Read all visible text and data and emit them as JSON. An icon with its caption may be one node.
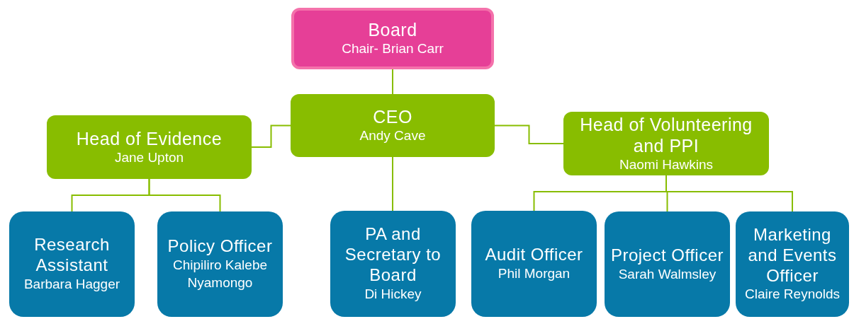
{
  "diagram": {
    "nodes": [
      {
        "text": [
          "Board",
          "Chair- Brian Carr"
        ]
      },
      {
        "text": [
          "CEO",
          "Andy Cave"
        ]
      },
      {
        "text": [
          "Head of Evidence",
          "Jane Upton"
        ]
      },
      {
        "text": [
          "Head of Volunteering and PPI",
          "Naomi Hawkins"
        ]
      },
      {
        "text": [
          "Research Assistant",
          "Barbara Hagger"
        ]
      },
      {
        "text": [
          "Policy Officer",
          "Chipiliro Kalebe Nyamongo"
        ]
      },
      {
        "text": [
          "PA and Secretary to Board",
          "Di Hickey"
        ]
      },
      {
        "text": [
          "Audit Officer",
          "Phil Morgan"
        ]
      },
      {
        "text": [
          "Project Officer",
          "Sarah Walmsley"
        ]
      },
      {
        "text": [
          "Marketing and Events Officer",
          "Claire Reynolds"
        ]
      }
    ],
    "edges": [
      {
        "from": 0,
        "to": 1,
        "arrow": "none"
      },
      {
        "from": 1,
        "to": 2,
        "arrow": "none"
      },
      {
        "from": 1,
        "to": 3,
        "arrow": "none"
      },
      {
        "from": 1,
        "to": 6,
        "arrow": "none"
      },
      {
        "from": 2,
        "to": 4,
        "arrow": "none"
      },
      {
        "from": 2,
        "to": 5,
        "arrow": "none"
      },
      {
        "from": 3,
        "to": 7,
        "arrow": "none"
      },
      {
        "from": 3,
        "to": 8,
        "arrow": "none"
      },
      {
        "from": 3,
        "to": 9,
        "arrow": "none"
      }
    ]
  }
}
